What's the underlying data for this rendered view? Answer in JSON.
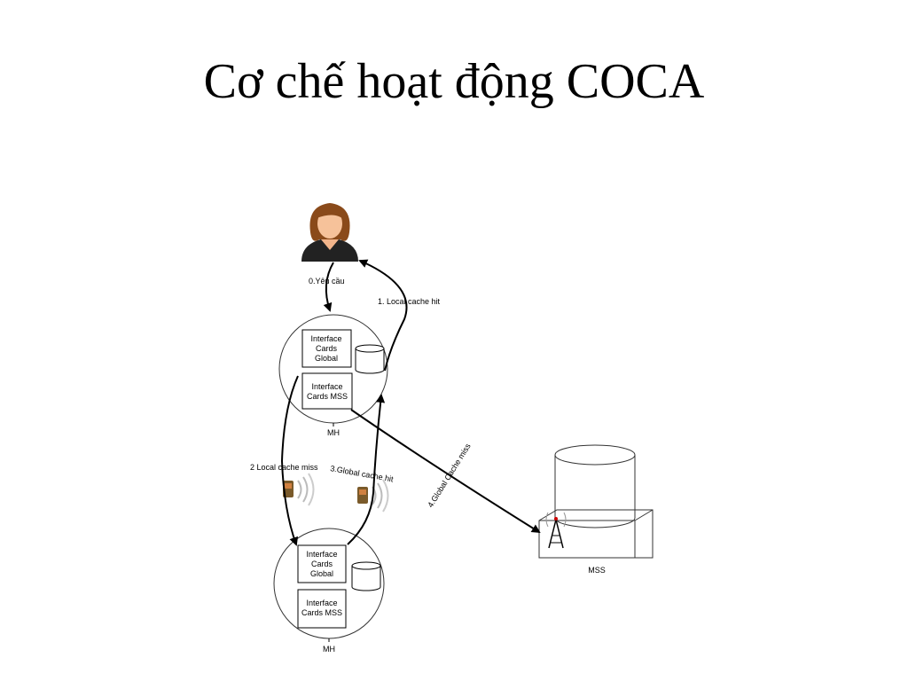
{
  "title": "Cơ chế hoạt động COCA",
  "nodes": {
    "mh_top": {
      "label": "MH",
      "box_global": [
        "Interface",
        "Cards",
        "Global"
      ],
      "box_mss": [
        "Interface",
        "Cards MSS"
      ]
    },
    "mh_bottom": {
      "label": "MH",
      "box_global": [
        "Interface",
        "Cards",
        "Global"
      ],
      "box_mss": [
        "Interface",
        "Cards MSS"
      ]
    },
    "mss": {
      "label": "MSS"
    }
  },
  "edges": {
    "e0": "0.Yêu cầu",
    "e1": "1. Local cache hit",
    "e2": "2 Local cache miss",
    "e3": "3.Global cache hit",
    "e4": "4.Global Cache miss"
  }
}
